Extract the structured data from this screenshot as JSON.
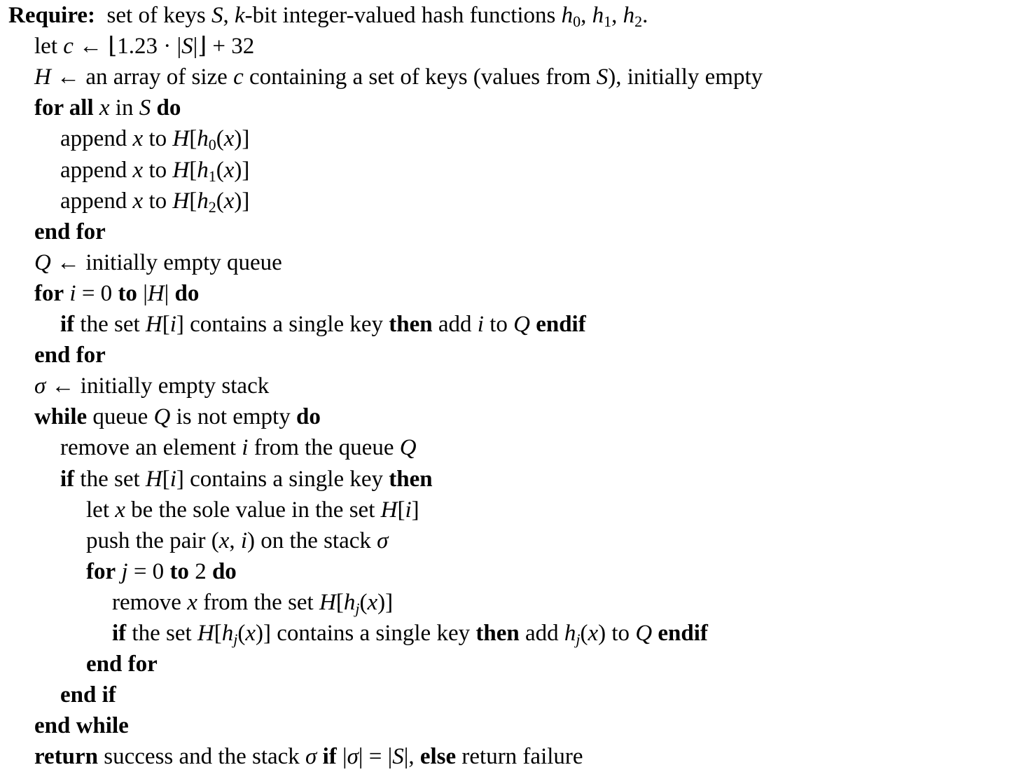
{
  "algorithm": {
    "lines": [
      {
        "indent": 0,
        "segments": [
          {
            "t": "Require:",
            "s": "kw"
          },
          {
            "t": "  set of keys ",
            "s": "n"
          },
          {
            "t": "S",
            "s": "m"
          },
          {
            "t": ", ",
            "s": "n"
          },
          {
            "t": "k",
            "s": "m"
          },
          {
            "t": "-bit integer-valued hash functions ",
            "s": "n"
          },
          {
            "t": "h",
            "s": "m"
          },
          {
            "t": "0",
            "s": "sub"
          },
          {
            "t": ", ",
            "s": "n"
          },
          {
            "t": "h",
            "s": "m"
          },
          {
            "t": "1",
            "s": "sub"
          },
          {
            "t": ", ",
            "s": "n"
          },
          {
            "t": "h",
            "s": "m"
          },
          {
            "t": "2",
            "s": "sub"
          },
          {
            "t": ".",
            "s": "n"
          }
        ]
      },
      {
        "indent": 1,
        "segments": [
          {
            "t": "let ",
            "s": "n"
          },
          {
            "t": "c",
            "s": "m"
          },
          {
            "t": " ← ⌊1.23 · |",
            "s": "n"
          },
          {
            "t": "S",
            "s": "m"
          },
          {
            "t": "|⌋ + 32",
            "s": "n"
          }
        ]
      },
      {
        "indent": 1,
        "segments": [
          {
            "t": "H",
            "s": "m"
          },
          {
            "t": " ← an array of size ",
            "s": "n"
          },
          {
            "t": "c",
            "s": "m"
          },
          {
            "t": " containing a set of keys (values from ",
            "s": "n"
          },
          {
            "t": "S",
            "s": "m"
          },
          {
            "t": "), initially empty",
            "s": "n"
          }
        ]
      },
      {
        "indent": 1,
        "segments": [
          {
            "t": "for all",
            "s": "kw"
          },
          {
            "t": " ",
            "s": "n"
          },
          {
            "t": "x",
            "s": "m"
          },
          {
            "t": " in ",
            "s": "n"
          },
          {
            "t": "S",
            "s": "m"
          },
          {
            "t": " ",
            "s": "n"
          },
          {
            "t": "do",
            "s": "kw"
          }
        ]
      },
      {
        "indent": 2,
        "segments": [
          {
            "t": "append ",
            "s": "n"
          },
          {
            "t": "x",
            "s": "m"
          },
          {
            "t": " to ",
            "s": "n"
          },
          {
            "t": "H",
            "s": "m"
          },
          {
            "t": "[",
            "s": "n"
          },
          {
            "t": "h",
            "s": "m"
          },
          {
            "t": "0",
            "s": "sub"
          },
          {
            "t": "(",
            "s": "n"
          },
          {
            "t": "x",
            "s": "m"
          },
          {
            "t": ")]",
            "s": "n"
          }
        ]
      },
      {
        "indent": 2,
        "segments": [
          {
            "t": "append ",
            "s": "n"
          },
          {
            "t": "x",
            "s": "m"
          },
          {
            "t": " to ",
            "s": "n"
          },
          {
            "t": "H",
            "s": "m"
          },
          {
            "t": "[",
            "s": "n"
          },
          {
            "t": "h",
            "s": "m"
          },
          {
            "t": "1",
            "s": "sub"
          },
          {
            "t": "(",
            "s": "n"
          },
          {
            "t": "x",
            "s": "m"
          },
          {
            "t": ")]",
            "s": "n"
          }
        ]
      },
      {
        "indent": 2,
        "segments": [
          {
            "t": "append ",
            "s": "n"
          },
          {
            "t": "x",
            "s": "m"
          },
          {
            "t": " to ",
            "s": "n"
          },
          {
            "t": "H",
            "s": "m"
          },
          {
            "t": "[",
            "s": "n"
          },
          {
            "t": "h",
            "s": "m"
          },
          {
            "t": "2",
            "s": "sub"
          },
          {
            "t": "(",
            "s": "n"
          },
          {
            "t": "x",
            "s": "m"
          },
          {
            "t": ")]",
            "s": "n"
          }
        ]
      },
      {
        "indent": 1,
        "segments": [
          {
            "t": "end for",
            "s": "kw"
          }
        ]
      },
      {
        "indent": 1,
        "segments": [
          {
            "t": "Q",
            "s": "m"
          },
          {
            "t": " ← initially empty queue",
            "s": "n"
          }
        ]
      },
      {
        "indent": 1,
        "segments": [
          {
            "t": "for",
            "s": "kw"
          },
          {
            "t": " ",
            "s": "n"
          },
          {
            "t": "i",
            "s": "m"
          },
          {
            "t": " = 0 ",
            "s": "n"
          },
          {
            "t": "to",
            "s": "kw"
          },
          {
            "t": " |",
            "s": "n"
          },
          {
            "t": "H",
            "s": "m"
          },
          {
            "t": "| ",
            "s": "n"
          },
          {
            "t": "do",
            "s": "kw"
          }
        ]
      },
      {
        "indent": 2,
        "segments": [
          {
            "t": "if",
            "s": "kw"
          },
          {
            "t": " the set ",
            "s": "n"
          },
          {
            "t": "H",
            "s": "m"
          },
          {
            "t": "[",
            "s": "n"
          },
          {
            "t": "i",
            "s": "m"
          },
          {
            "t": "] contains a single key ",
            "s": "n"
          },
          {
            "t": "then",
            "s": "kw"
          },
          {
            "t": " add ",
            "s": "n"
          },
          {
            "t": "i",
            "s": "m"
          },
          {
            "t": " to ",
            "s": "n"
          },
          {
            "t": "Q",
            "s": "m"
          },
          {
            "t": " ",
            "s": "n"
          },
          {
            "t": "endif",
            "s": "kw"
          }
        ]
      },
      {
        "indent": 1,
        "segments": [
          {
            "t": "end for",
            "s": "kw"
          }
        ]
      },
      {
        "indent": 1,
        "segments": [
          {
            "t": "σ",
            "s": "m"
          },
          {
            "t": " ← initially empty stack",
            "s": "n"
          }
        ]
      },
      {
        "indent": 1,
        "segments": [
          {
            "t": "while",
            "s": "kw"
          },
          {
            "t": " queue ",
            "s": "n"
          },
          {
            "t": "Q",
            "s": "m"
          },
          {
            "t": " is not empty ",
            "s": "n"
          },
          {
            "t": "do",
            "s": "kw"
          }
        ]
      },
      {
        "indent": 2,
        "segments": [
          {
            "t": "remove an element ",
            "s": "n"
          },
          {
            "t": "i",
            "s": "m"
          },
          {
            "t": " from the queue ",
            "s": "n"
          },
          {
            "t": "Q",
            "s": "m"
          }
        ]
      },
      {
        "indent": 2,
        "segments": [
          {
            "t": "if",
            "s": "kw"
          },
          {
            "t": " the set ",
            "s": "n"
          },
          {
            "t": "H",
            "s": "m"
          },
          {
            "t": "[",
            "s": "n"
          },
          {
            "t": "i",
            "s": "m"
          },
          {
            "t": "] contains a single key ",
            "s": "n"
          },
          {
            "t": "then",
            "s": "kw"
          }
        ]
      },
      {
        "indent": 3,
        "segments": [
          {
            "t": "let ",
            "s": "n"
          },
          {
            "t": "x",
            "s": "m"
          },
          {
            "t": " be the sole value in the set ",
            "s": "n"
          },
          {
            "t": "H",
            "s": "m"
          },
          {
            "t": "[",
            "s": "n"
          },
          {
            "t": "i",
            "s": "m"
          },
          {
            "t": "]",
            "s": "n"
          }
        ]
      },
      {
        "indent": 3,
        "segments": [
          {
            "t": "push the pair (",
            "s": "n"
          },
          {
            "t": "x",
            "s": "m"
          },
          {
            "t": ", ",
            "s": "n"
          },
          {
            "t": "i",
            "s": "m"
          },
          {
            "t": ") on the stack ",
            "s": "n"
          },
          {
            "t": "σ",
            "s": "m"
          }
        ]
      },
      {
        "indent": 3,
        "segments": [
          {
            "t": "for",
            "s": "kw"
          },
          {
            "t": " ",
            "s": "n"
          },
          {
            "t": "j",
            "s": "m"
          },
          {
            "t": " = 0 ",
            "s": "n"
          },
          {
            "t": "to",
            "s": "kw"
          },
          {
            "t": " 2 ",
            "s": "n"
          },
          {
            "t": "do",
            "s": "kw"
          }
        ]
      },
      {
        "indent": 4,
        "segments": [
          {
            "t": "remove ",
            "s": "n"
          },
          {
            "t": "x",
            "s": "m"
          },
          {
            "t": " from the set ",
            "s": "n"
          },
          {
            "t": "H",
            "s": "m"
          },
          {
            "t": "[",
            "s": "n"
          },
          {
            "t": "h",
            "s": "m"
          },
          {
            "t": "j",
            "s": "sub m"
          },
          {
            "t": "(",
            "s": "n"
          },
          {
            "t": "x",
            "s": "m"
          },
          {
            "t": ")]",
            "s": "n"
          }
        ]
      },
      {
        "indent": 4,
        "segments": [
          {
            "t": "if",
            "s": "kw"
          },
          {
            "t": " the set ",
            "s": "n"
          },
          {
            "t": "H",
            "s": "m"
          },
          {
            "t": "[",
            "s": "n"
          },
          {
            "t": "h",
            "s": "m"
          },
          {
            "t": "j",
            "s": "sub m"
          },
          {
            "t": "(",
            "s": "n"
          },
          {
            "t": "x",
            "s": "m"
          },
          {
            "t": ")] contains a single key ",
            "s": "n"
          },
          {
            "t": "then",
            "s": "kw"
          },
          {
            "t": " add ",
            "s": "n"
          },
          {
            "t": "h",
            "s": "m"
          },
          {
            "t": "j",
            "s": "sub m"
          },
          {
            "t": "(",
            "s": "n"
          },
          {
            "t": "x",
            "s": "m"
          },
          {
            "t": ") to ",
            "s": "n"
          },
          {
            "t": "Q",
            "s": "m"
          },
          {
            "t": " ",
            "s": "n"
          },
          {
            "t": "endif",
            "s": "kw"
          }
        ]
      },
      {
        "indent": 3,
        "segments": [
          {
            "t": "end for",
            "s": "kw"
          }
        ]
      },
      {
        "indent": 2,
        "segments": [
          {
            "t": "end if",
            "s": "kw"
          }
        ]
      },
      {
        "indent": 1,
        "segments": [
          {
            "t": "end while",
            "s": "kw"
          }
        ]
      },
      {
        "indent": 1,
        "segments": [
          {
            "t": "return",
            "s": "kw"
          },
          {
            "t": " success and the stack ",
            "s": "n"
          },
          {
            "t": "σ",
            "s": "m"
          },
          {
            "t": " ",
            "s": "n"
          },
          {
            "t": "if",
            "s": "kw"
          },
          {
            "t": " |",
            "s": "n"
          },
          {
            "t": "σ",
            "s": "m"
          },
          {
            "t": "| = |",
            "s": "n"
          },
          {
            "t": "S",
            "s": "m"
          },
          {
            "t": "|, ",
            "s": "n"
          },
          {
            "t": "else",
            "s": "kw"
          },
          {
            "t": " return failure",
            "s": "n"
          }
        ]
      }
    ]
  }
}
